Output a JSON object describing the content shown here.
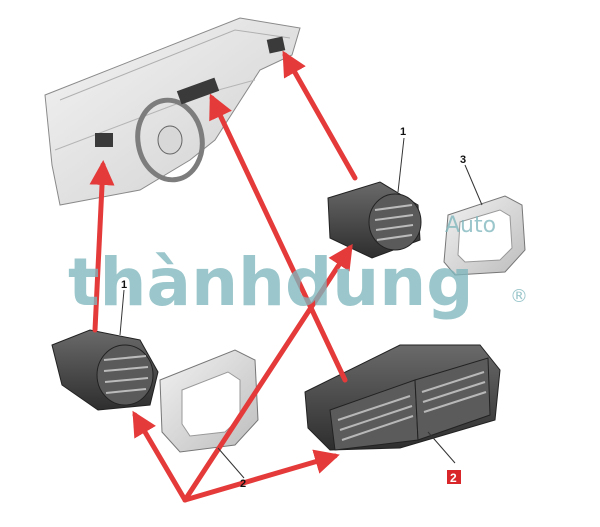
{
  "callouts": {
    "vent_top_right": "1",
    "vent_left": "1",
    "bezel_top_right": "3",
    "bezel_left": "2",
    "vent_center": "2"
  },
  "watermark": {
    "brand": "thànhdung",
    "sub": "Auto",
    "registered": "®"
  },
  "colors": {
    "arrow": "#e53a3a",
    "badge": "#d9262b",
    "watermark": "#7fb7bd",
    "part_dark": "#4a4a4a",
    "part_light": "#e6e6e6"
  }
}
